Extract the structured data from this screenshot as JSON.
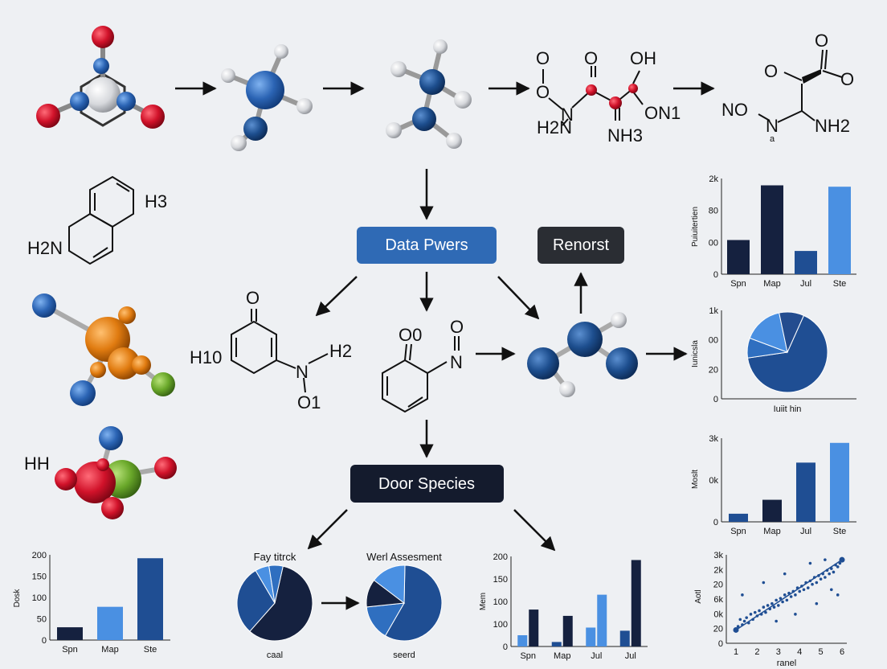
{
  "flow": {
    "data_box": "Data Pwers",
    "report_box": "Renorst",
    "species_box": "Door Species"
  },
  "molecules": {
    "m4_labels": [
      "O",
      "O",
      "OH",
      "O",
      "N",
      "H2N",
      "NH3",
      "ON1"
    ],
    "m5_labels": [
      "O",
      "O",
      "NO",
      "N",
      "a",
      "NH2"
    ],
    "left1_labels": [
      "H3",
      "H2N"
    ],
    "center1_labels": [
      "O",
      "H10",
      "N",
      "H2",
      "O1"
    ],
    "center2_labels": [
      "O0",
      "O",
      "N"
    ],
    "left3_labels": [
      "HH"
    ]
  },
  "colors": {
    "navy": "#15213f",
    "dark_blue": "#1f4e93",
    "mid_blue": "#2f6fc0",
    "light_blue": "#4a90e2",
    "red": "#d1122a",
    "orange": "#e07b10",
    "green": "#6aa82a",
    "button_blue": "#2f6ab5",
    "button_dark": "#2a2d33",
    "button_navy": "#141b2d"
  },
  "chart_data": [
    {
      "id": "right-bar-top",
      "type": "bar",
      "categories": [
        "Spn",
        "Map",
        "Jul",
        "Ste"
      ],
      "values": [
        25,
        65,
        17,
        64
      ],
      "bar_colors": [
        "#15213f",
        "#15213f",
        "#1f4e93",
        "#4a90e2"
      ],
      "yticks": [
        "2k",
        "80",
        "00",
        "0"
      ],
      "ylim": [
        0,
        70
      ],
      "ylabel": "Puiuitertien",
      "xlabel": ""
    },
    {
      "id": "right-pie",
      "type": "pie",
      "values": [
        66,
        8,
        16,
        10
      ],
      "slice_colors": [
        "#1f4e93",
        "#2f6fc0",
        "#4a90e2",
        "#234c8f"
      ],
      "yticks": [
        "1k",
        "00",
        "20",
        "0"
      ],
      "ylabel": "Iunicsla",
      "xlabel": "Iuiit hin"
    },
    {
      "id": "right-bar-mid",
      "type": "bar",
      "categories": [
        "Spn",
        "Map",
        "Jul",
        "Ste"
      ],
      "values": [
        0.35,
        0.95,
        2.55,
        3.4
      ],
      "bar_colors": [
        "#1f4e93",
        "#15213f",
        "#1f4e93",
        "#4a90e2"
      ],
      "yticks": [
        "3k",
        "0k",
        "0"
      ],
      "ylim": [
        0,
        3.6
      ],
      "ylabel": "Moslt"
    },
    {
      "id": "right-scatter",
      "type": "scatter",
      "x_ticks": [
        "1",
        "2",
        "3",
        "4",
        "5",
        "6"
      ],
      "yticks": [
        "3k",
        "2k",
        "20",
        "6k",
        "0k",
        "20",
        "0"
      ],
      "ylabel": "Aotl",
      "xlabel": "ranel",
      "points": [
        [
          1.0,
          0.3
        ],
        [
          1.1,
          0.5
        ],
        [
          1.2,
          0.9
        ],
        [
          1.3,
          0.6
        ],
        [
          1.4,
          0.8
        ],
        [
          1.5,
          1.0
        ],
        [
          1.6,
          0.7
        ],
        [
          1.7,
          1.2
        ],
        [
          1.8,
          0.9
        ],
        [
          1.9,
          1.3
        ],
        [
          2.0,
          1.1
        ],
        [
          2.1,
          1.4
        ],
        [
          2.2,
          1.2
        ],
        [
          2.3,
          1.6
        ],
        [
          2.4,
          1.3
        ],
        [
          2.5,
          1.7
        ],
        [
          2.6,
          1.5
        ],
        [
          2.7,
          1.8
        ],
        [
          2.8,
          1.6
        ],
        [
          2.9,
          2.0
        ],
        [
          3.0,
          1.7
        ],
        [
          3.1,
          2.1
        ],
        [
          3.2,
          1.9
        ],
        [
          3.3,
          2.3
        ],
        [
          3.4,
          2.0
        ],
        [
          3.5,
          2.4
        ],
        [
          3.6,
          2.2
        ],
        [
          3.7,
          2.5
        ],
        [
          3.8,
          2.3
        ],
        [
          3.9,
          2.7
        ],
        [
          4.0,
          2.5
        ],
        [
          4.1,
          2.8
        ],
        [
          4.2,
          2.6
        ],
        [
          4.3,
          3.0
        ],
        [
          4.4,
          2.7
        ],
        [
          4.5,
          3.1
        ],
        [
          4.6,
          2.9
        ],
        [
          4.7,
          3.3
        ],
        [
          4.8,
          3.0
        ],
        [
          4.9,
          3.4
        ],
        [
          5.0,
          3.2
        ],
        [
          5.1,
          3.5
        ],
        [
          5.2,
          3.3
        ],
        [
          5.3,
          3.7
        ],
        [
          5.4,
          3.5
        ],
        [
          5.5,
          3.8
        ],
        [
          5.6,
          3.6
        ],
        [
          5.7,
          4.0
        ],
        [
          5.8,
          3.9
        ],
        [
          5.9,
          4.1
        ],
        [
          1.3,
          2.3
        ],
        [
          2.3,
          3.0
        ],
        [
          3.3,
          3.5
        ],
        [
          4.5,
          4.1
        ],
        [
          5.2,
          4.3
        ],
        [
          5.8,
          2.3
        ],
        [
          4.8,
          1.8
        ],
        [
          3.8,
          1.2
        ],
        [
          2.9,
          0.8
        ],
        [
          5.5,
          2.6
        ]
      ],
      "trend": [
        [
          1.0,
          0.3
        ],
        [
          6.0,
          4.3
        ]
      ]
    },
    {
      "id": "bottom-left-bar",
      "type": "bar",
      "categories": [
        "Spn",
        "Map",
        "Ste"
      ],
      "values": [
        30,
        78,
        192
      ],
      "bar_colors": [
        "#15213f",
        "#4a90e2",
        "#1f4e93"
      ],
      "yticks": [
        "200",
        "150",
        "100",
        "50",
        "0"
      ],
      "ylim": [
        0,
        200
      ],
      "ylabel": "Dosk"
    },
    {
      "id": "bottom-pie-1",
      "type": "pie",
      "title": "Fay titrck",
      "xlabel": "caal",
      "values": [
        58,
        30,
        6,
        6
      ],
      "slice_colors": [
        "#15213f",
        "#1f4e93",
        "#4a90e2",
        "#2f6fc0"
      ]
    },
    {
      "id": "bottom-pie-2",
      "type": "pie",
      "title": "Werl Assesment",
      "xlabel": "seerd",
      "values": [
        58,
        15,
        12,
        15
      ],
      "slice_colors": [
        "#1f4e93",
        "#2f6fc0",
        "#15213f",
        "#4a90e2"
      ]
    },
    {
      "id": "bottom-grouped-bar",
      "type": "bar",
      "categories": [
        "Spn",
        "Map",
        "Jul",
        "Jul"
      ],
      "yticks": [
        "200",
        "150",
        "100",
        "100",
        "0"
      ],
      "ylim": [
        0,
        200
      ],
      "ylabel": "Mem",
      "series": [
        {
          "values": [
            25,
            10,
            42,
            35
          ],
          "color": "#4a90e2"
        },
        {
          "values": [
            82,
            68,
            115,
            192
          ],
          "color": "#15213f"
        }
      ],
      "series_colors_override": [
        [
          "#4a90e2",
          "#15213f"
        ],
        [
          "#1f4e93",
          "#15213f"
        ],
        [
          "#4a90e2",
          "#4a90e2"
        ],
        [
          "#1f4e93",
          "#15213f"
        ]
      ]
    }
  ]
}
